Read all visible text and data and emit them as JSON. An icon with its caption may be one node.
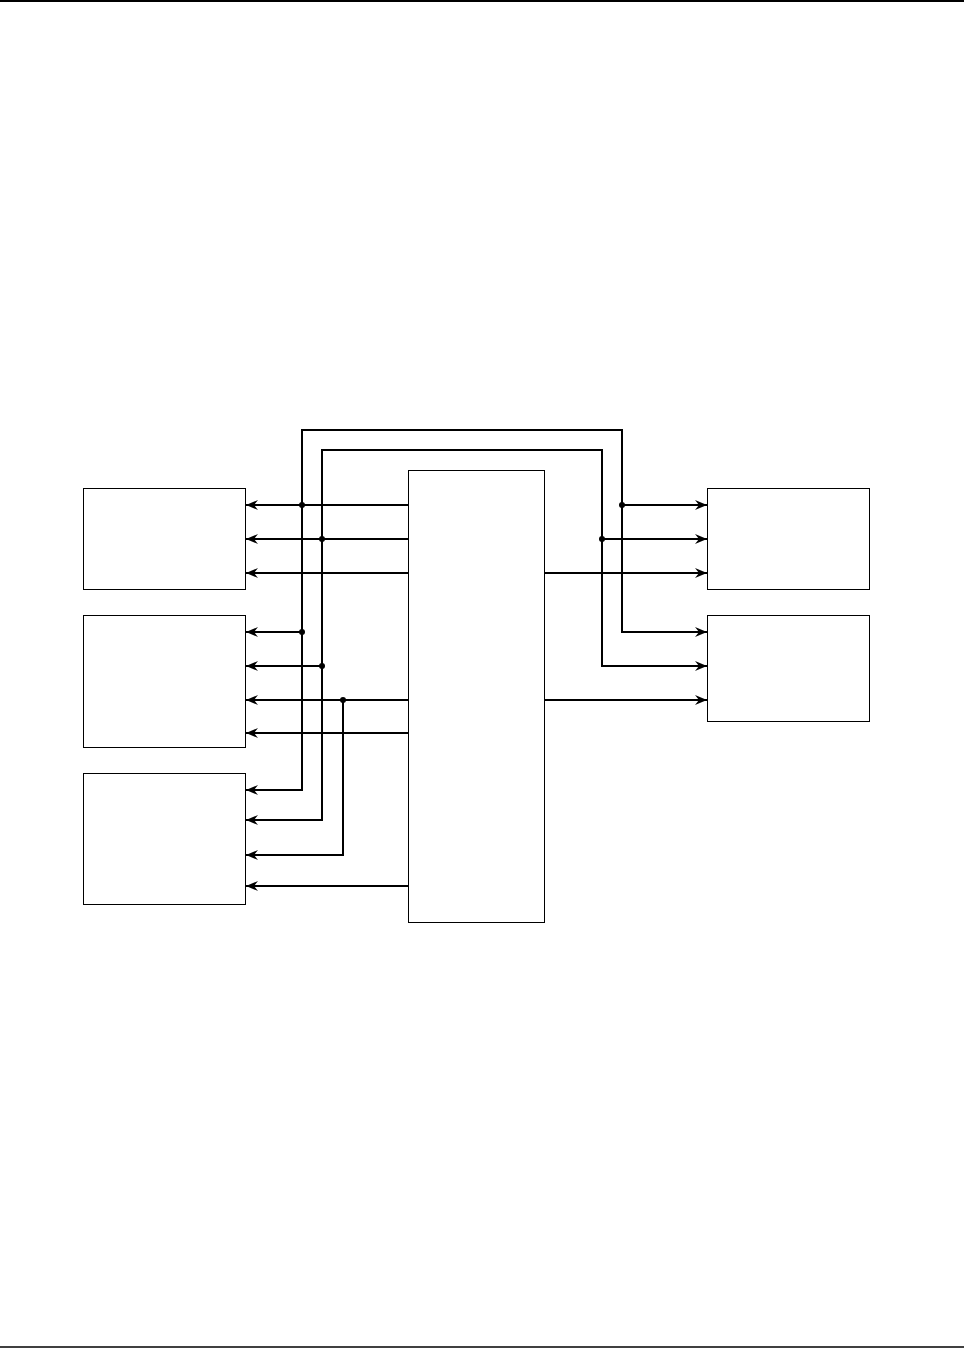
{
  "diagram": {
    "nodes": [
      {
        "text": [],
        "shape": "box"
      },
      {
        "text": [],
        "shape": "box"
      },
      {
        "text": [],
        "shape": "box"
      },
      {
        "text": [],
        "shape": "box"
      },
      {
        "text": [],
        "shape": "box"
      },
      {
        "text": [],
        "shape": "box"
      }
    ],
    "edges": [
      {
        "from": 3,
        "to": 0,
        "arrow": "to"
      },
      {
        "from": 3,
        "to": 1,
        "arrow": "to"
      },
      {
        "from": 3,
        "to": 2,
        "arrow": "to"
      },
      {
        "from": 3,
        "to": 4,
        "arrow": "to"
      },
      {
        "from": 3,
        "to": 5,
        "arrow": "to"
      },
      {
        "from": 3,
        "to": 0,
        "arrow": "to"
      },
      {
        "from": 3,
        "to": 1,
        "arrow": "to"
      },
      {
        "from": 3,
        "to": 2,
        "arrow": "to"
      },
      {
        "from": 3,
        "to": 4,
        "arrow": "to"
      },
      {
        "from": 3,
        "to": 5,
        "arrow": "to"
      },
      {
        "from": 3,
        "to": 0,
        "arrow": "to"
      },
      {
        "from": 3,
        "to": 4,
        "arrow": "to"
      },
      {
        "from": 3,
        "to": 1,
        "arrow": "to"
      },
      {
        "from": 3,
        "to": 2,
        "arrow": "to"
      },
      {
        "from": 3,
        "to": 5,
        "arrow": "to"
      },
      {
        "from": 3,
        "to": 1,
        "arrow": "to"
      },
      {
        "from": 3,
        "to": 2,
        "arrow": "to"
      }
    ]
  }
}
